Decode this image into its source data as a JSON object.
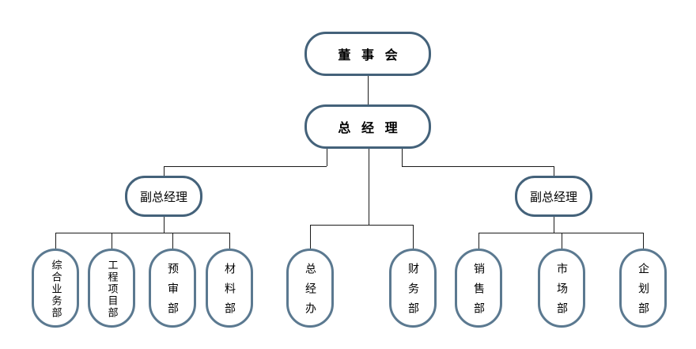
{
  "diagram": {
    "type": "org-chart",
    "nodes": {
      "board": {
        "label": "董 事 会"
      },
      "gm": {
        "label": "总 经 理"
      },
      "vp_left": {
        "label": "副总经理"
      },
      "vp_right": {
        "label": "副总经理"
      },
      "dept_general_business": {
        "label": "综合业务部"
      },
      "dept_engineering_project": {
        "label": "工程项目部"
      },
      "dept_pre_audit": {
        "label": "预审部"
      },
      "dept_materials": {
        "label": "材料部"
      },
      "dept_gm_office": {
        "label": "总经办"
      },
      "dept_finance": {
        "label": "财务部"
      },
      "dept_sales": {
        "label": "销售部"
      },
      "dept_market": {
        "label": "市场部"
      },
      "dept_planning": {
        "label": "企划部"
      }
    },
    "edges": [
      {
        "from": "board",
        "to": "gm"
      },
      {
        "from": "gm",
        "to": "vp_left"
      },
      {
        "from": "gm",
        "to": "vp_right"
      },
      {
        "from": "gm",
        "to": "dept_gm_office"
      },
      {
        "from": "gm",
        "to": "dept_finance"
      },
      {
        "from": "vp_left",
        "to": "dept_general_business"
      },
      {
        "from": "vp_left",
        "to": "dept_engineering_project"
      },
      {
        "from": "vp_left",
        "to": "dept_pre_audit"
      },
      {
        "from": "vp_left",
        "to": "dept_materials"
      },
      {
        "from": "vp_right",
        "to": "dept_sales"
      },
      {
        "from": "vp_right",
        "to": "dept_market"
      },
      {
        "from": "vp_right",
        "to": "dept_planning"
      }
    ]
  },
  "colors": {
    "line": "#1b1b1b",
    "box_border": "#44627a",
    "pill_border": "#5b7990",
    "node_bg": "#ffffff",
    "text": "#000000"
  }
}
